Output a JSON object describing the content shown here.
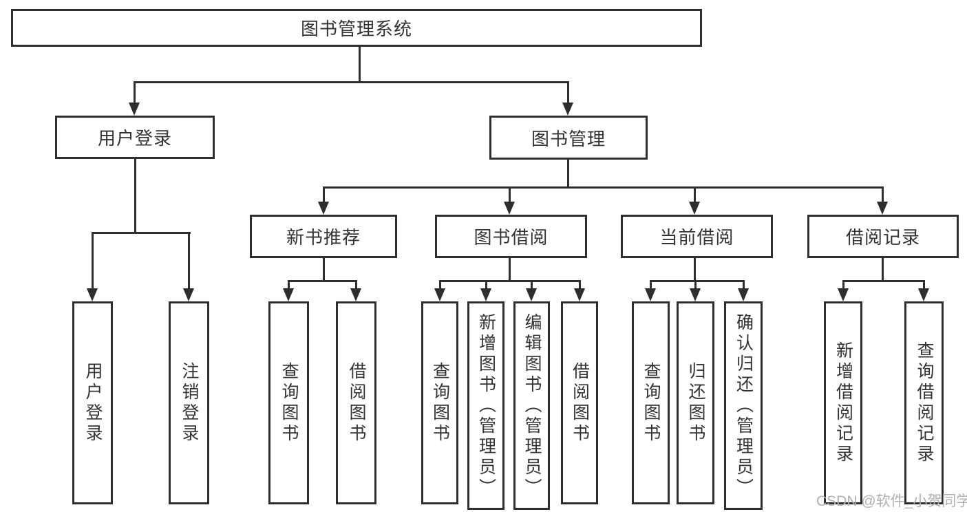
{
  "nodes": {
    "root": "图书管理系统",
    "user_login": "用户登录",
    "book_management": "图书管理",
    "new_book_recommend": "新书推荐",
    "book_borrow": "图书借阅",
    "current_borrow": "当前借阅",
    "borrow_record": "借阅记录"
  },
  "leaves": {
    "g1": [
      "用户登录",
      "注销登录"
    ],
    "g2": [
      "查询图书",
      "借阅图书"
    ],
    "g3": [
      "查询图书",
      "新增图书（管理员）",
      "编辑图书（管理员）",
      "借阅图书"
    ],
    "g4": [
      "查询图书",
      "归还图书",
      "确认归还（管理员）"
    ],
    "g5": [
      "新增借阅记录",
      "查询借阅记录"
    ]
  },
  "watermark": "CSDN @软件_小贺同学",
  "colors": {
    "line": "#2e2e2e",
    "text": "#333333",
    "watermark": "#b0b0b0",
    "background": "#ffffff"
  }
}
